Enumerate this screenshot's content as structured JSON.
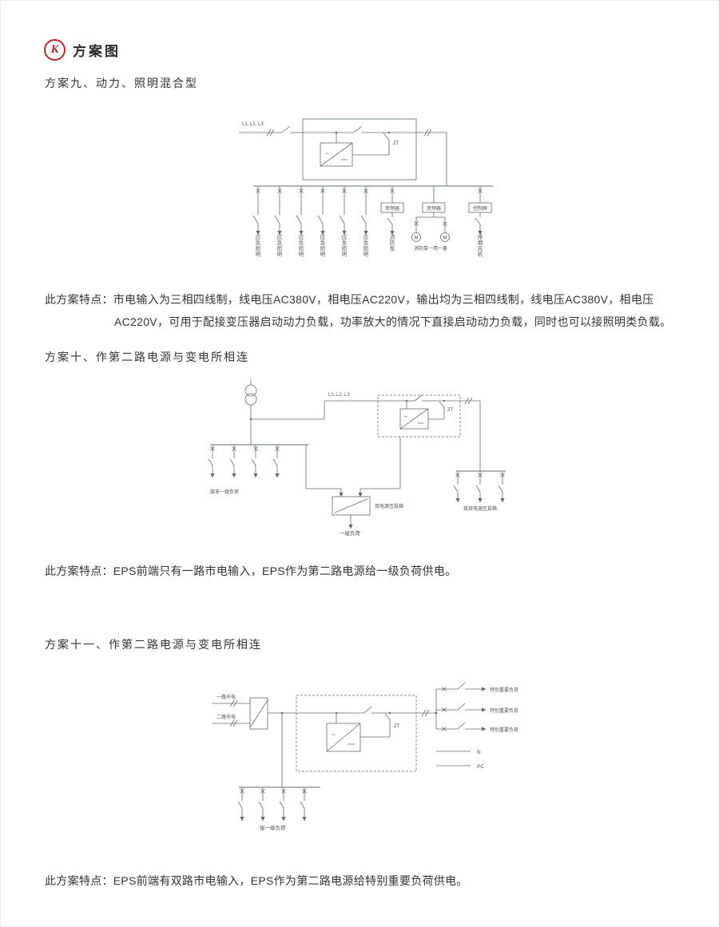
{
  "page": {
    "logo_letter": "K",
    "title": "方案图"
  },
  "scheme9": {
    "heading": "方案九、动力、照明混合型",
    "diagram": {
      "input_label": "L1, L2, L3",
      "zt_label": "ZT",
      "inverter_tilde": "~",
      "branch_labels": [
        "应急照明",
        "应急照明",
        "应急照明",
        "应急照明",
        "应急照明",
        "应急照明"
      ],
      "pump_branch_label": "消防泵",
      "vfd_box1_label": "变频器",
      "vfd_box2_label": "变频器",
      "control_box_label": "控制屏",
      "motor_label": "M",
      "pumps_caption": "消防泵一用一备",
      "fan_branch_label": "排烟风机"
    },
    "description_line1": "此方案特点：市电输入为三相四线制，线电压AC380V，相电压AC220V，输出均为三相四线制，线电压AC380V，相电压",
    "description_line2": "AC220V，可用于配接变压器启动动力负载，功率放大的情况下直接启动动力负载，同时也可以接照明类负载。"
  },
  "scheme10": {
    "heading": "方案十、作第二路电源与变电所相连",
    "diagram": {
      "input_label": "L1, L2, L3",
      "zt_label": "ZT",
      "inverter_tilde": "~",
      "left_branches_label": "接非一级负荷",
      "transfer_box_label": "双电源互投箱",
      "primary_load_label": "一级负荷",
      "right_branches_label": "接双电源互投箱"
    },
    "description": "此方案特点：EPS前端只有一路市电输入，EPS作为第二路电源给一级负荷供电。"
  },
  "scheme11": {
    "heading": "方案十一、作第二路电源与变电所相连",
    "diagram": {
      "mains1_label": "一路市电",
      "mains2_label": "二路市电",
      "zt_label": "ZT",
      "inverter_tilde": "~",
      "important_load_labels": [
        "特别重要负荷",
        "特别重要负荷",
        "特别重要负荷"
      ],
      "neutral_label": "N",
      "pc_label": "PC",
      "primary_branch_label": "接一级负荷"
    },
    "description": "此方案特点：EPS前端有双路市电输入，EPS作为第二路电源给特别重要负荷供电。"
  }
}
